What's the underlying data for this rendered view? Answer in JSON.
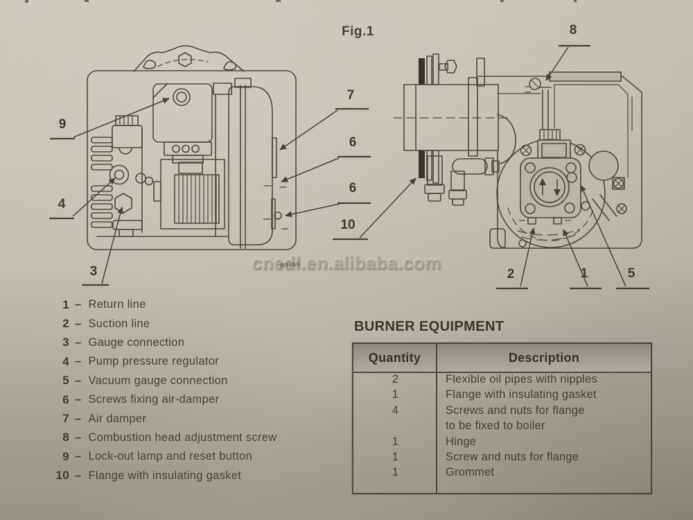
{
  "page": {
    "fig_label": "Fig.1"
  },
  "watermark": {
    "text": "cnedl.en.alibaba.com",
    "code": "D5466"
  },
  "figure": {
    "callouts": [
      {
        "label": "9"
      },
      {
        "label": "4"
      },
      {
        "label": "3"
      },
      {
        "label": "7"
      },
      {
        "label": "6"
      },
      {
        "label": "6"
      },
      {
        "label": "10"
      },
      {
        "label": "8"
      },
      {
        "label": "2"
      },
      {
        "label": "1"
      },
      {
        "label": "5"
      }
    ]
  },
  "parts_list": {
    "separator": "–",
    "items": [
      {
        "num": "1",
        "label": "Return line"
      },
      {
        "num": "2",
        "label": "Suction line"
      },
      {
        "num": "3",
        "label": "Gauge connection"
      },
      {
        "num": "4",
        "label": "Pump pressure regulator"
      },
      {
        "num": "5",
        "label": "Vacuum gauge connection"
      },
      {
        "num": "6",
        "label": "Screws fixing air-damper"
      },
      {
        "num": "7",
        "label": "Air damper"
      },
      {
        "num": "8",
        "label": "Combustion head adjustment screw"
      },
      {
        "num": "9",
        "label": "Lock-out lamp and reset button"
      },
      {
        "num": "10",
        "label": "Flange with insulating gasket"
      }
    ]
  },
  "equipment": {
    "title": "BURNER EQUIPMENT",
    "table": {
      "headers": [
        "Quantity",
        "Description"
      ],
      "rows": [
        {
          "qty": "2",
          "desc": "Flexible oil pipes with nipples"
        },
        {
          "qty": "1",
          "desc": "Flange with insulating gasket"
        },
        {
          "qty": "4",
          "desc": "Screws and nuts for flange"
        },
        {
          "qty": "",
          "desc": "to be fixed to boiler"
        },
        {
          "qty": "1",
          "desc": "Hinge"
        },
        {
          "qty": "1",
          "desc": "Screw and nuts for flange"
        },
        {
          "qty": "1",
          "desc": "Grommet"
        }
      ]
    }
  },
  "colors": {
    "paper": "#bcb8ac",
    "ink": "#3e3b31",
    "line": "#4c483e",
    "table_header": "#96938a"
  }
}
